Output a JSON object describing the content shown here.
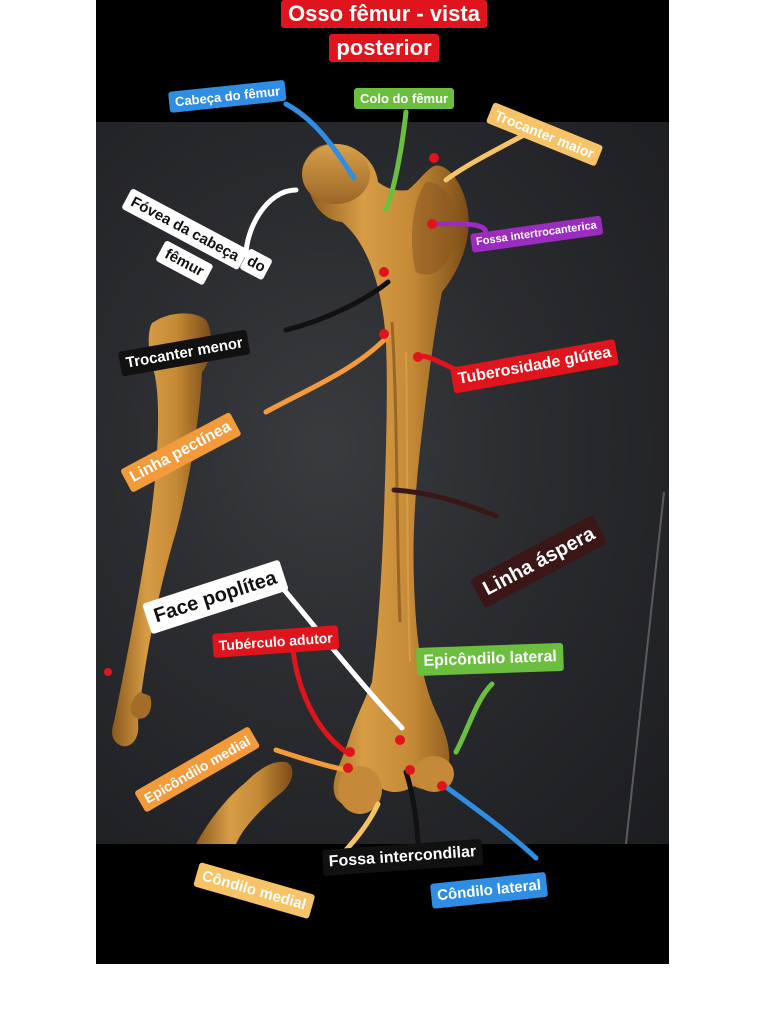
{
  "title": {
    "line1": "Osso fêmur - vista",
    "line2": "posterior"
  },
  "labels": {
    "cabeca_femur": "Cabeça do fêmur",
    "colo_femur": "Colo do fêmur",
    "trocanter_maior": "Trocanter maior",
    "fovea_l1": "Fóvea da cabeça",
    "fovea_l2": "fêmur",
    "fovea_do": "do",
    "fossa_intertrocanterica": "Fossa intertrocanterica",
    "trocanter_menor": "Trocanter menor",
    "tuberosidade_glutea": "Tuberosidade glútea",
    "linha_pectinea": "Linha pectínea",
    "linha_aspera": "Linha áspera",
    "face_poplitea": "Face poplítea",
    "tuberculo_adutor": "Tubérculo adutor",
    "epicondilo_lateral": "Epicôndilo lateral",
    "epicondilo_medial": "Epicôndilo medial",
    "fossa_intercondilar": "Fossa intercondilar",
    "condilo_medial": "Côndilo medial",
    "condilo_lateral": "Côndilo lateral"
  },
  "colors": {
    "red": "#e0141c",
    "blue": "#2f8de4",
    "green": "#6cbf3e",
    "orange": "#f39a3a",
    "yellow": "#f6c467",
    "purple": "#9b2cc0",
    "black": "#111111",
    "white": "#ffffff",
    "maroon": "#3a1616",
    "bone": "#c98f3c"
  }
}
